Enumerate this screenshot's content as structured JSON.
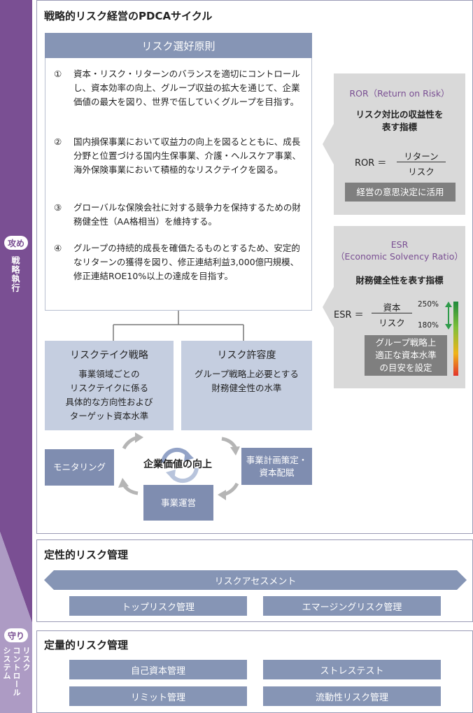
{
  "side": {
    "offense_badge": "攻め",
    "offense_label": "戦略執行",
    "defense_badge": "守り",
    "defense_label_1": "リスク",
    "defense_label_2": "コントロール",
    "defense_label_3": "システム"
  },
  "pdca": {
    "title": "戦略的リスク経営のPDCAサイクル",
    "principles_header": "リスク選好原則",
    "principles": [
      {
        "num": "①",
        "text": "資本・リスク・リターンのバランスを適切にコントロールし、資本効率の向上、グループ収益の拡大を通じて、企業価値の最大を図り、世界で伍していくグループを目指す。"
      },
      {
        "num": "②",
        "text": "国内損保事業において収益力の向上を図るとともに、成長分野と位置づける国内生保事業、介護・ヘルスケア事業、海外保険事業において積極的なリスクテイクを図る。"
      },
      {
        "num": "③",
        "text": "グローバルな保険会社に対する競争力を保持するための財務健全性（AA格相当）を維持する。"
      },
      {
        "num": "④",
        "text": "グループの持続的成長を確価たるものとするため、安定的なリターンの獲得を図り、修正連結利益3,000億円規模、修正連結ROE10%以上の達成を目指す。"
      }
    ],
    "risk_take": {
      "title": "リスクテイク戦略",
      "desc": "事業領域ごとの\nリスクテイクに係る\n具体的な方向性および\nターゲット資本水準"
    },
    "risk_tolerance": {
      "title": "リスク許容度",
      "desc": "グループ戦略上必要とする\n財務健全性の水準"
    },
    "cycle": {
      "center": "企業価値の向上",
      "monitoring": "モニタリング",
      "planning": "事業計画策定・\n資本配賦",
      "operation": "事業運営"
    }
  },
  "ror": {
    "title": "ROR（Return on Risk）",
    "subtitle": "リスク対比の収益性を\n表す指標",
    "label": "ROR ＝",
    "numerator": "リターン",
    "denominator": "リスク",
    "usage": "経営の意思決定に活用"
  },
  "esr": {
    "title": "ESR\n（Economic Solvency Ratio）",
    "subtitle": "財務健全性を表す指標",
    "label": "ESR ＝",
    "numerator": "資本",
    "denominator": "リスク",
    "upper": "250%",
    "lower": "180%",
    "note": "グループ戦略上\n適正な資本水準\nの目安を設定"
  },
  "qualitative": {
    "title": "定性的リスク管理",
    "assessment": "リスクアセスメント",
    "items": [
      "トップリスク管理",
      "エマージングリスク管理"
    ]
  },
  "quantitative": {
    "title": "定量的リスク管理",
    "items": [
      "自己資本管理",
      "ストレステスト",
      "リミット管理",
      "流動性リスク管理"
    ]
  },
  "colors": {
    "offense": "#7a4f93",
    "defense": "#ad9bc4",
    "box_blue": "#8695b5",
    "light_blue": "#c5cee0",
    "grey_panel": "#d9d9d9",
    "grey_box": "#7f7f7f"
  }
}
